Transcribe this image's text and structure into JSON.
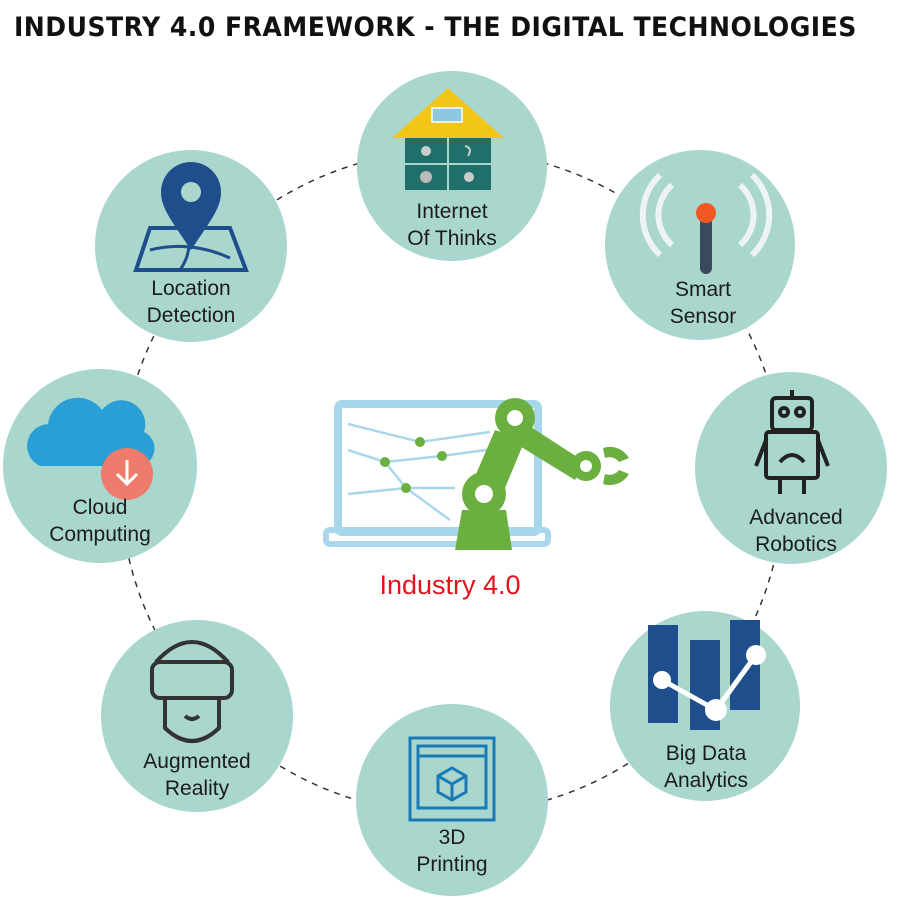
{
  "title": "INDUSTRY 4.0 FRAMEWORK - THE DIGITAL TECHNOLOGIES",
  "center": {
    "label": "Industry 4.0",
    "label_color": "#e3121b",
    "icon": "laptop-robot-arm-icon"
  },
  "colors": {
    "node_fill": "#a9d6cd",
    "arm": "#6aaf3f",
    "laptop": "#a8d7ec"
  },
  "nodes": [
    {
      "id": "iot",
      "line1": "Internet",
      "line2": "Of Thinks",
      "icon": "smart-house-icon"
    },
    {
      "id": "sensor",
      "line1": "Smart",
      "line2": "Sensor",
      "icon": "sensor-signal-icon"
    },
    {
      "id": "robotics",
      "line1": "Advanced",
      "line2": "Robotics",
      "icon": "robot-icon"
    },
    {
      "id": "bigdata",
      "line1": "Big Data",
      "line2": "Analytics",
      "icon": "server-chart-icon"
    },
    {
      "id": "printing",
      "line1": "3D",
      "line2": "Printing",
      "icon": "3d-printer-icon"
    },
    {
      "id": "ar",
      "line1": "Augmented",
      "line2": "Reality",
      "icon": "vr-headset-icon"
    },
    {
      "id": "cloud",
      "line1": "Cloud",
      "line2": "Computing",
      "icon": "cloud-download-icon"
    },
    {
      "id": "location",
      "line1": "Location",
      "line2": "Detection",
      "icon": "map-pin-icon"
    }
  ]
}
